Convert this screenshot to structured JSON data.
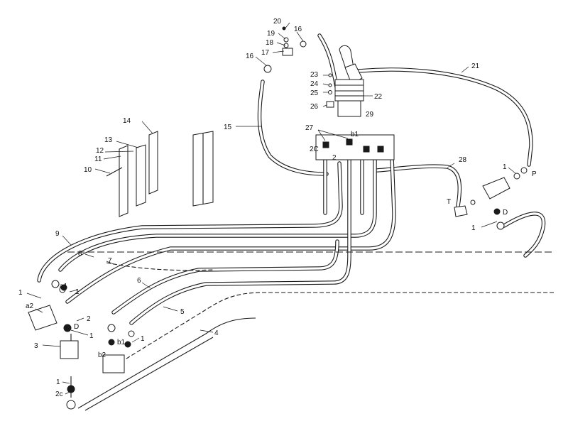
{
  "callouts": [
    {
      "id": "c20",
      "text": "20"
    },
    {
      "id": "c19",
      "text": "19"
    },
    {
      "id": "c18",
      "text": "18"
    },
    {
      "id": "c16a",
      "text": "16"
    },
    {
      "id": "c17",
      "text": "17"
    },
    {
      "id": "c16b",
      "text": "16"
    },
    {
      "id": "c21",
      "text": "21"
    },
    {
      "id": "c23",
      "text": "23"
    },
    {
      "id": "c24",
      "text": "24"
    },
    {
      "id": "c25",
      "text": "25"
    },
    {
      "id": "c22",
      "text": "22"
    },
    {
      "id": "c26",
      "text": "26"
    },
    {
      "id": "c29",
      "text": "29"
    },
    {
      "id": "c15",
      "text": "15"
    },
    {
      "id": "c27",
      "text": "27"
    },
    {
      "id": "cb1top",
      "text": "b1"
    },
    {
      "id": "c2ctop",
      "text": "2C"
    },
    {
      "id": "c2top",
      "text": "2"
    },
    {
      "id": "c28",
      "text": "28"
    },
    {
      "id": "c14",
      "text": "14"
    },
    {
      "id": "c13",
      "text": "13"
    },
    {
      "id": "c12",
      "text": "12"
    },
    {
      "id": "c11",
      "text": "11"
    },
    {
      "id": "c10",
      "text": "10"
    },
    {
      "id": "c1p",
      "text": "1"
    },
    {
      "id": "cP",
      "text": "P"
    },
    {
      "id": "cT",
      "text": "T"
    },
    {
      "id": "cD1",
      "text": "D"
    },
    {
      "id": "c1d",
      "text": "1"
    },
    {
      "id": "c9",
      "text": "9"
    },
    {
      "id": "c8",
      "text": "8"
    },
    {
      "id": "c7",
      "text": "7"
    },
    {
      "id": "c6",
      "text": "6"
    },
    {
      "id": "c5",
      "text": "5"
    },
    {
      "id": "c4",
      "text": "4"
    },
    {
      "id": "c1a",
      "text": "1"
    },
    {
      "id": "ca1",
      "text": "a1"
    },
    {
      "id": "c1b",
      "text": "1"
    },
    {
      "id": "ca2",
      "text": "a2"
    },
    {
      "id": "c2",
      "text": "2"
    },
    {
      "id": "cD2",
      "text": "D"
    },
    {
      "id": "c1c",
      "text": "1"
    },
    {
      "id": "cb1",
      "text": "b1"
    },
    {
      "id": "c1e",
      "text": "1"
    },
    {
      "id": "c3",
      "text": "3"
    },
    {
      "id": "cb2",
      "text": "b2"
    },
    {
      "id": "c1f",
      "text": "1"
    },
    {
      "id": "c2c",
      "text": "2c"
    }
  ]
}
